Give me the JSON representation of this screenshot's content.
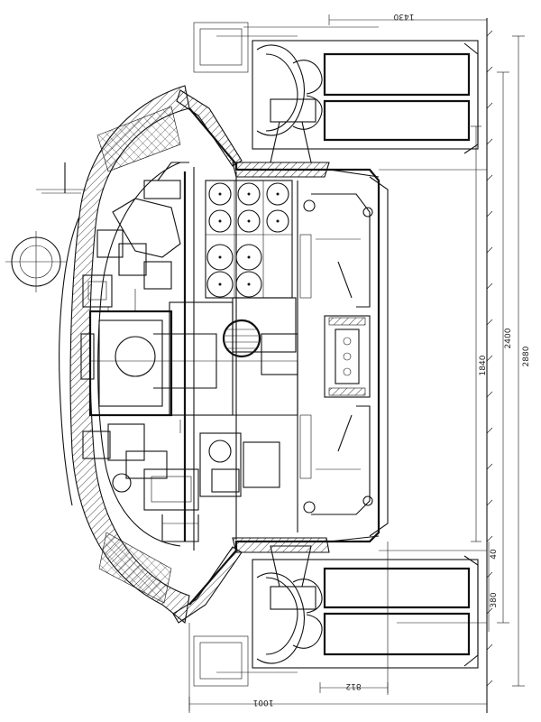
{
  "dimensions": {
    "top_width": "1430",
    "bottom_width": "1001",
    "bottom_inner": "812",
    "right_overall": "2880",
    "right_inner": "2400",
    "right_mid": "1840",
    "right_small_1": "380",
    "right_small_2": "40"
  },
  "colors": {
    "ink": "#111111",
    "paper": "#ffffff"
  }
}
